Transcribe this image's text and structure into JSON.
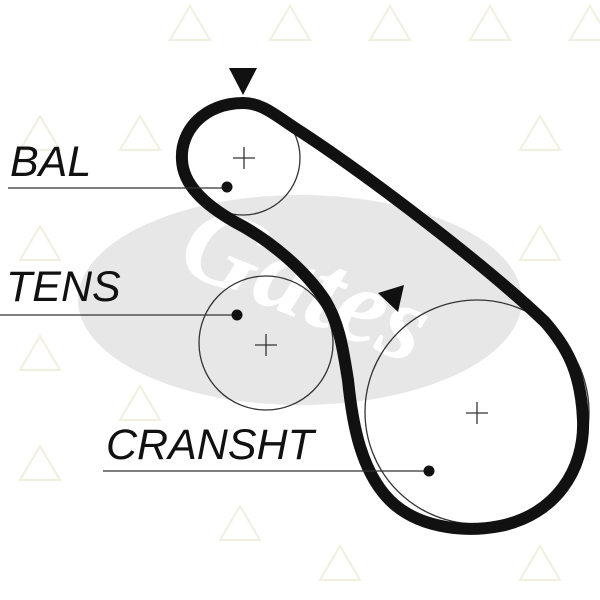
{
  "labels": {
    "bal": "BAL",
    "tens": "TENS",
    "cranksht": "CRANSHT"
  },
  "watermark": {
    "text": "Gates",
    "color": "#e7e7e7",
    "pattern_color": "#f1efdf"
  },
  "colors": {
    "belt": "#111111",
    "pulley_outline": "#333333",
    "label_text": "#111111"
  },
  "icons": [
    "belt-direction-arrow-icon",
    "center-cross-icon",
    "reference-dot-icon",
    "triangle-pattern-icon"
  ]
}
